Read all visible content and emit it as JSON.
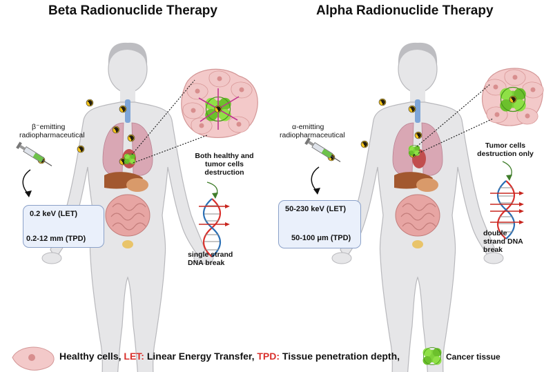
{
  "left": {
    "title": "Beta Radionuclide Therapy",
    "agent_line1": "β⁻emitting",
    "agent_line2": "radiopharmaceutical",
    "energy": "0.2 keV (LET)",
    "depth": "0.2-12 mm (TPD)",
    "effect_line1": "Both healthy and",
    "effect_line2": "tumor cells",
    "effect_line3": "destruction",
    "dna_line1": "single strand",
    "dna_line2": "DNA break"
  },
  "right": {
    "title": "Alpha Radionuclide Therapy",
    "agent_line1": "α-emitting",
    "agent_line2": "radiopharmaceutical",
    "energy": "50-230 keV (LET)",
    "depth": "50-100 μm (TPD)",
    "effect_line1": "Tumor cells",
    "effect_line2": "destruction only",
    "dna_line1": "double",
    "dna_line2": "strand  DNA",
    "dna_line3": "break"
  },
  "legend": {
    "healthy": "Healthy cells,",
    "let_key": "LET:",
    "let_value": "Linear Energy Transfer,",
    "tpd_key": "TPD:",
    "tpd_value": "Tissue penetration depth,",
    "cancer": "Cancer tissue"
  },
  "colors": {
    "body_fill": "#e6e6e8",
    "cell_fill": "#f1c7c7",
    "cancer_green": "#7ed23a",
    "box_fill": "#eaf0fb",
    "label_red": "#d9302c",
    "radiation_yellow": "#f2c21b"
  }
}
